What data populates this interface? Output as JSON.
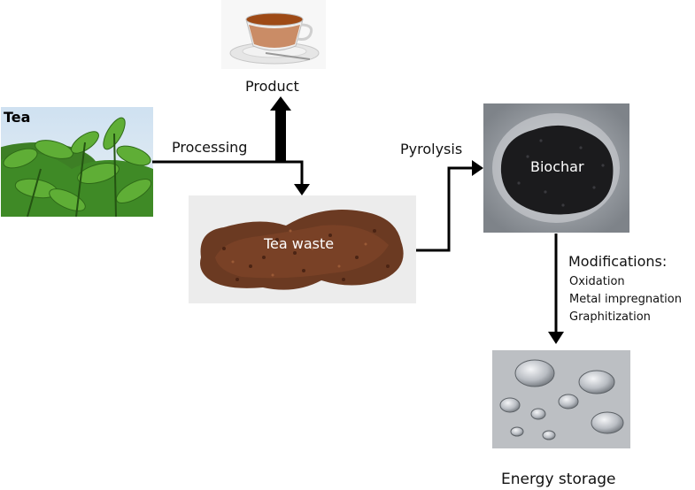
{
  "nodes": {
    "tea": {
      "label": "Tea",
      "icon": "tea-plant-photo"
    },
    "product": {
      "label": "Product",
      "icon": "tea-cup-photo"
    },
    "tea_waste": {
      "label": "Tea waste",
      "icon": "tea-waste-pile-photo"
    },
    "biochar": {
      "label": "Biochar",
      "icon": "biochar-pile-photo"
    },
    "energy_storage": {
      "label": "Energy storage",
      "icon": "coin-cell-batteries-photo"
    }
  },
  "edges": {
    "processing": "Processing",
    "pyrolysis": "Pyrolysis",
    "modifications_title": "Modifications:",
    "modifications": [
      "Oxidation",
      "Metal impregnation",
      "Graphitization"
    ]
  },
  "colors": {
    "arrow": "#000000",
    "leaf_green": "#4d9a2e",
    "sky": "#c9dcee",
    "tea_liquid": "#a14d1a",
    "waste_brown": "#6b3a22",
    "biochar_dark": "#1b1b1d",
    "metal": "#c8ccd2"
  }
}
